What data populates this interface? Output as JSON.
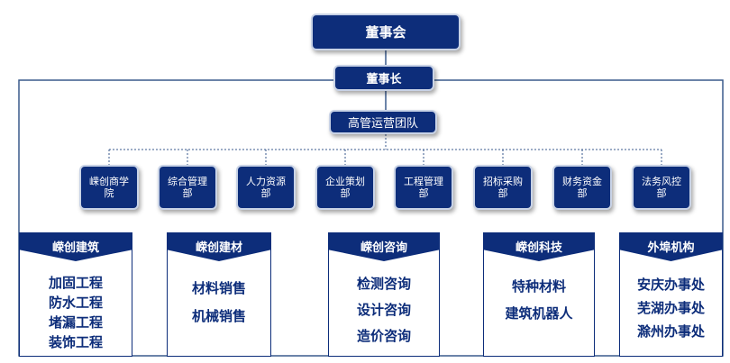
{
  "top": {
    "board": "董事会",
    "chairman": "董事长",
    "management": "高管运营团队"
  },
  "departments": [
    "嵘创商学院",
    "综合管理部",
    "人力资源部",
    "企业策划部",
    "工程管理部",
    "招标采购部",
    "财务资金部",
    "法务风控部"
  ],
  "divisions": [
    {
      "title": "嵘创建筑",
      "items": [
        "加固工程",
        "防水工程",
        "堵漏工程",
        "装饰工程"
      ]
    },
    {
      "title": "嵘创建材",
      "items": [
        "材料销售",
        "机械销售"
      ]
    },
    {
      "title": "嵘创咨询",
      "items": [
        "检测咨询",
        "设计咨询",
        "造价咨询"
      ]
    },
    {
      "title": "嵘创科技",
      "items": [
        "特种材料",
        "建筑机器人"
      ]
    },
    {
      "title": "外埠机构",
      "items": [
        "安庆办事处",
        "芜湖办事处",
        "滁州办事处"
      ]
    }
  ],
  "colors": {
    "primary": "#0d2d7a",
    "line": "#3a5a8c"
  }
}
